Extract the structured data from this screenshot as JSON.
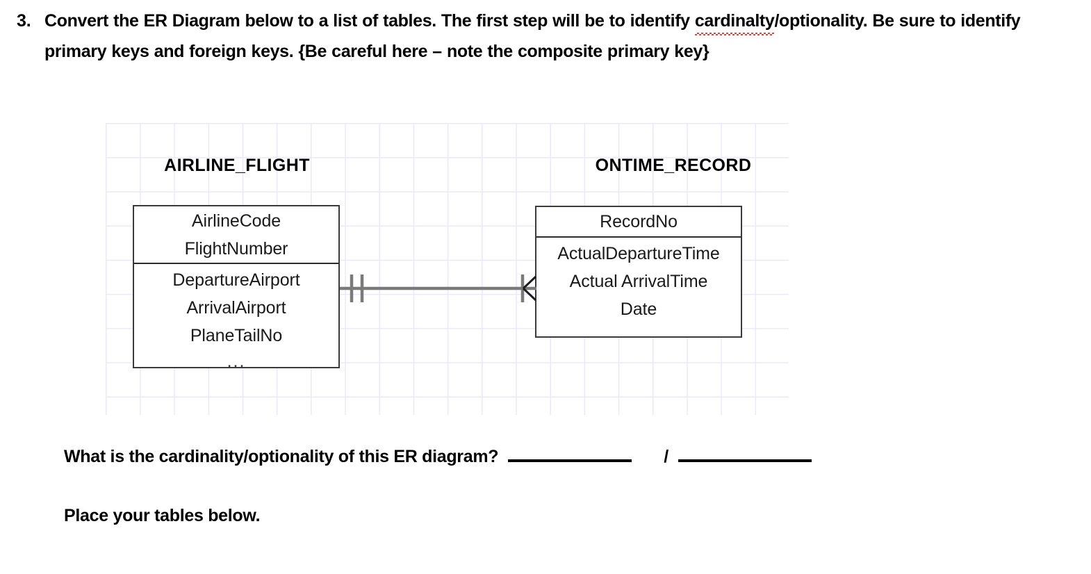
{
  "question": {
    "number": "3.",
    "text_part_1": "Convert the ER Diagram below to a list of tables.  The first step will be to identify ",
    "misspelled_word": "cardinalty",
    "text_part_2": "/optionality.  Be sure to identify primary keys and foreign keys. {Be careful here – note the composite primary key}"
  },
  "diagram": {
    "type": "er-diagram",
    "notation": "crows-foot",
    "entities": [
      {
        "name": "AIRLINE_FLIGHT",
        "key_attributes": [
          "AirlineCode",
          "FlightNumber"
        ],
        "attributes": [
          "DepartureAirport",
          "ArrivalAirport",
          "PlaneTailNo"
        ],
        "ellipsis": "..."
      },
      {
        "name": "ONTIME_RECORD",
        "key_attributes": [
          "RecordNo"
        ],
        "attributes": [
          "ActualDepartureTime",
          "Actual ArrivalTime",
          "Date"
        ],
        "ellipsis": ""
      }
    ],
    "relationship": {
      "left_end_symbol": "one-and-only-one",
      "right_end_symbol": "one-or-many-crows-foot",
      "line_color": "#7a7a7a"
    },
    "grid_color": "#e9e9fb",
    "border_color": "#3a3a3a"
  },
  "prompts": {
    "cardinality_question": "What is the cardinality/optionality of this ER diagram?",
    "separator": "/",
    "blank_1": "",
    "blank_2": "",
    "place_tables": "Place your tables below."
  }
}
